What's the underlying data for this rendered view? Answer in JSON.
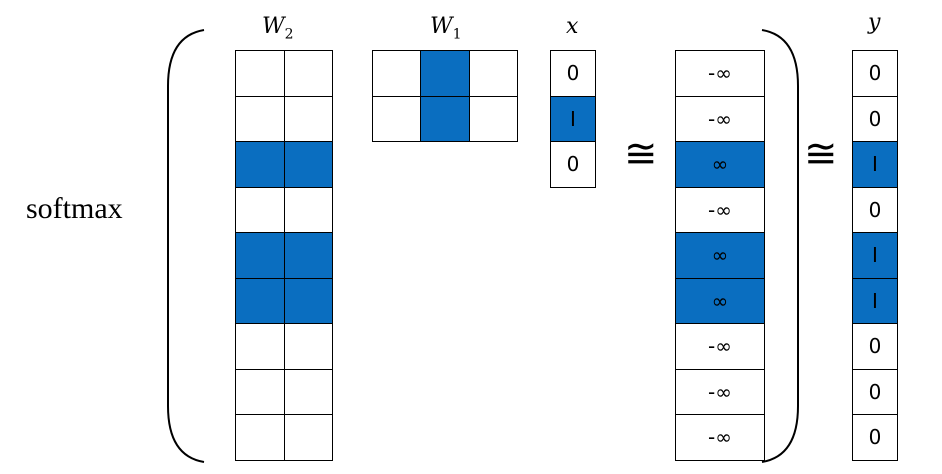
{
  "softmax_label": "softmax",
  "labels": {
    "W2": {
      "base": "W",
      "sub": "2"
    },
    "W1": {
      "base": "W",
      "sub": "1"
    },
    "x": "x",
    "y": "y"
  },
  "approx_symbol": "≅",
  "fill_color": "#0a6ec0",
  "W2": {
    "rows": 9,
    "cols": 2,
    "filled_rows": [
      2,
      4,
      5
    ]
  },
  "W1": {
    "rows": 2,
    "cols": 3,
    "filled_cols": [
      1
    ]
  },
  "x": {
    "values": [
      "0",
      "I",
      "0"
    ],
    "filled": [
      1
    ]
  },
  "logits": {
    "values": [
      "-∞",
      "-∞",
      "∞",
      "-∞",
      "∞",
      "∞",
      "-∞",
      "-∞",
      "-∞"
    ],
    "filled": [
      2,
      4,
      5
    ]
  },
  "y": {
    "values": [
      "0",
      "0",
      "I",
      "0",
      "I",
      "I",
      "0",
      "0",
      "0"
    ],
    "filled": [
      2,
      4,
      5
    ]
  }
}
